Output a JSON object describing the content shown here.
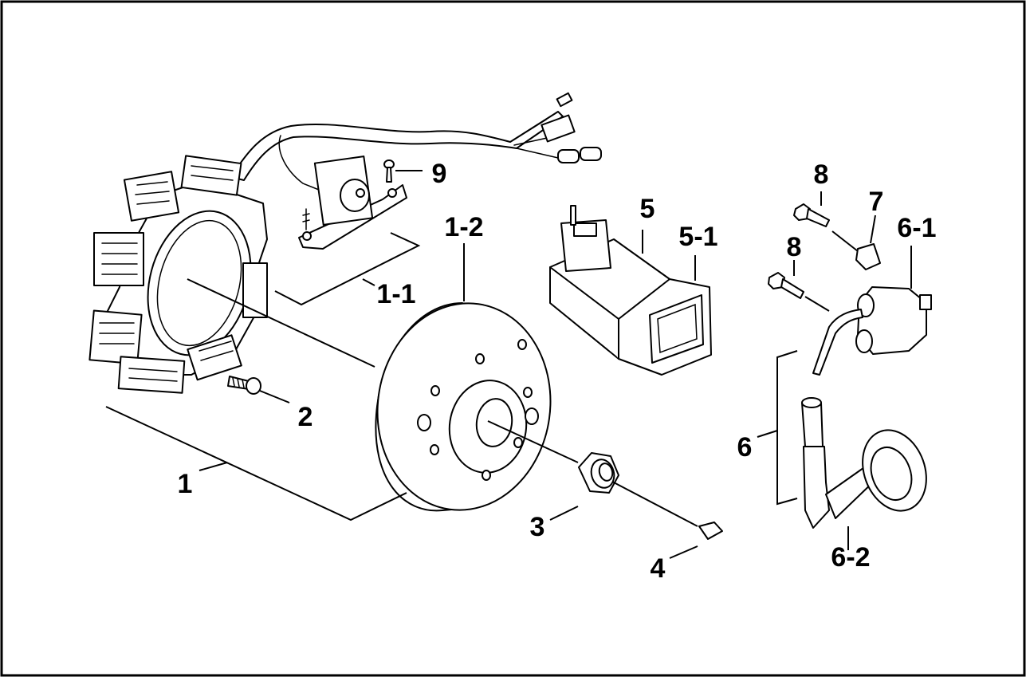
{
  "callouts": {
    "c1": "1",
    "c1_1": "1-1",
    "c1_2": "1-2",
    "c2": "2",
    "c3": "3",
    "c4": "4",
    "c5": "5",
    "c5_1": "5-1",
    "c6": "6",
    "c6_1": "6-1",
    "c6_2": "6-2",
    "c7": "7",
    "c8a": "8",
    "c8b": "8",
    "c9": "9"
  }
}
